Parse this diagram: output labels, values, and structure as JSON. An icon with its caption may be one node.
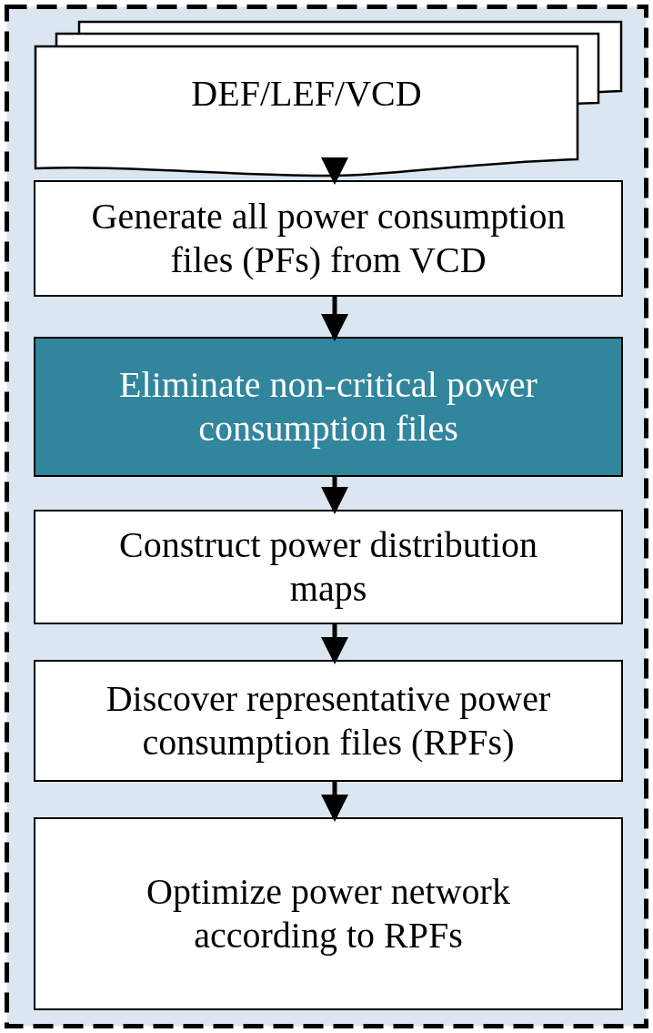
{
  "diagram": {
    "nodes": [
      {
        "text": [],
        "shape": "box"
      },
      {
        "text": [
          "DEF/LEF/VCD"
        ],
        "in": 0
      },
      {
        "text": [
          "Generate all power consumption files (PFs) from VCD"
        ],
        "in": 0
      },
      {
        "text": [
          "Eliminate non-critical power consumption files"
        ],
        "in": 0
      },
      {
        "text": [
          "Construct power distribution maps"
        ],
        "in": 0
      },
      {
        "text": [
          "Discover representative power consumption files (RPFs)"
        ],
        "in": 0
      },
      {
        "text": [
          "Optimize power network according to RPFs"
        ],
        "in": 0
      }
    ],
    "edges": [
      {
        "from": 1,
        "to": 2,
        "arrow": "to"
      },
      {
        "from": 2,
        "to": 3,
        "arrow": "to"
      },
      {
        "from": 3,
        "to": 4,
        "arrow": "to"
      },
      {
        "from": 4,
        "to": 5,
        "arrow": "to"
      },
      {
        "from": 5,
        "to": 6,
        "arrow": "to"
      }
    ]
  }
}
